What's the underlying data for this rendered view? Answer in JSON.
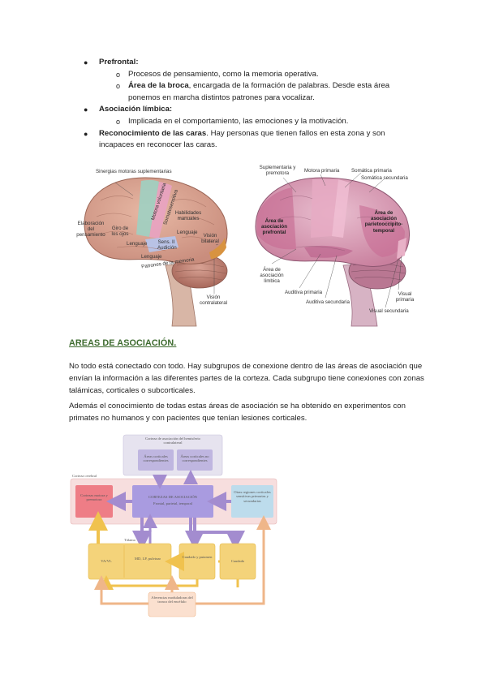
{
  "bullets": [
    {
      "title": "Prefrontal:",
      "text": "",
      "subitems": [
        {
          "bold": "",
          "text": "Procesos de pensamiento, como la memoria operativa."
        },
        {
          "bold": "Área de la broca",
          "text": ", encargada de la formación de palabras. Desde esta área ponemos en marcha distintos patrones para vocalizar."
        }
      ]
    },
    {
      "title": "Asociación límbica:",
      "text": "",
      "subitems": [
        {
          "bold": "",
          "text": "Implicada en el comportamiento, las emociones y la motivación."
        }
      ]
    },
    {
      "title": "Reconocimiento de las caras",
      "text": ". Hay personas que tienen fallos en esta zona y son incapaces en reconocer las caras.",
      "subitems": []
    }
  ],
  "brain_left": {
    "labels": {
      "sinergias": "Sinergias motoras suplementarias",
      "elaboracion": "Elaboración del pensamiento",
      "giro": "Giro de los ojos",
      "motora": "Motora voluntaria",
      "somatosensitiva": "Somatosensitiva",
      "habilidades": "Habilidades manuales",
      "lenguaje1": "Lenguaje",
      "lenguaje2": "Lenguaje",
      "sens": "Sens. II Audición",
      "lenguaje3": "Lenguaje",
      "patrones": "Patrones de la memoria",
      "vision_bilateral": "Visión bilateral",
      "vision_contralateral": "Visión contralateral"
    }
  },
  "brain_right": {
    "labels": {
      "suplementaria": "Suplementaria y premotora",
      "motora_primaria": "Motora primaria",
      "somatica_primaria": "Somática primaria",
      "somatica_secundaria": "Somática secundaria",
      "prefrontal": "Área de asociación prefrontal",
      "parietooccipito": "Área de asociación parietooccipito-temporal",
      "limbica": "Área de asociación límbica",
      "auditiva_primaria": "Auditiva primaria",
      "auditiva_secundaria": "Auditiva secundaria",
      "visual_primaria": "Visual primaria",
      "visual_secundaria": "Visual secundaria"
    }
  },
  "section": {
    "heading": "AREAS DE ASOCIACIÓN.",
    "p1": "No todo está conectado con todo. Hay subgrupos de conexione dentro de las áreas de asociación que envían la información a las diferentes partes de la corteza. Cada subgrupo tiene conexiones con zonas talámicas, corticales o subcorticales.",
    "p2": "Además el conocimiento de todas estas áreas de asociación se ha obtenido en experimentos con primates no humanos y con pacientes que tenían lesiones corticales."
  },
  "diagram": {
    "contralateral": "Corteza de asociación del hemisferio contralateral",
    "correspondiente": "Áreas corticales correspondientes",
    "no_correspondiente": "Áreas corticales no correspondientes",
    "corteza_cerebral": "Corteza cerebral",
    "motora": "Cortezas motora y premotora",
    "asociacion": "CORTEZAS DE ASOCIACIÓN",
    "asociacion_sub": "Frontal, parietal, temporal",
    "otras": "Otras regiones corticales sensitivas primarias y secundarias",
    "talamo": "Tálamo",
    "va_vl": "VA/VL",
    "md": "MD, LP, pulvinar",
    "caudado_putamen": "Caudado y putamen",
    "caudado": "Caudado",
    "aferencias": "Aferencias moduladoras del tronco del encéfalo"
  }
}
